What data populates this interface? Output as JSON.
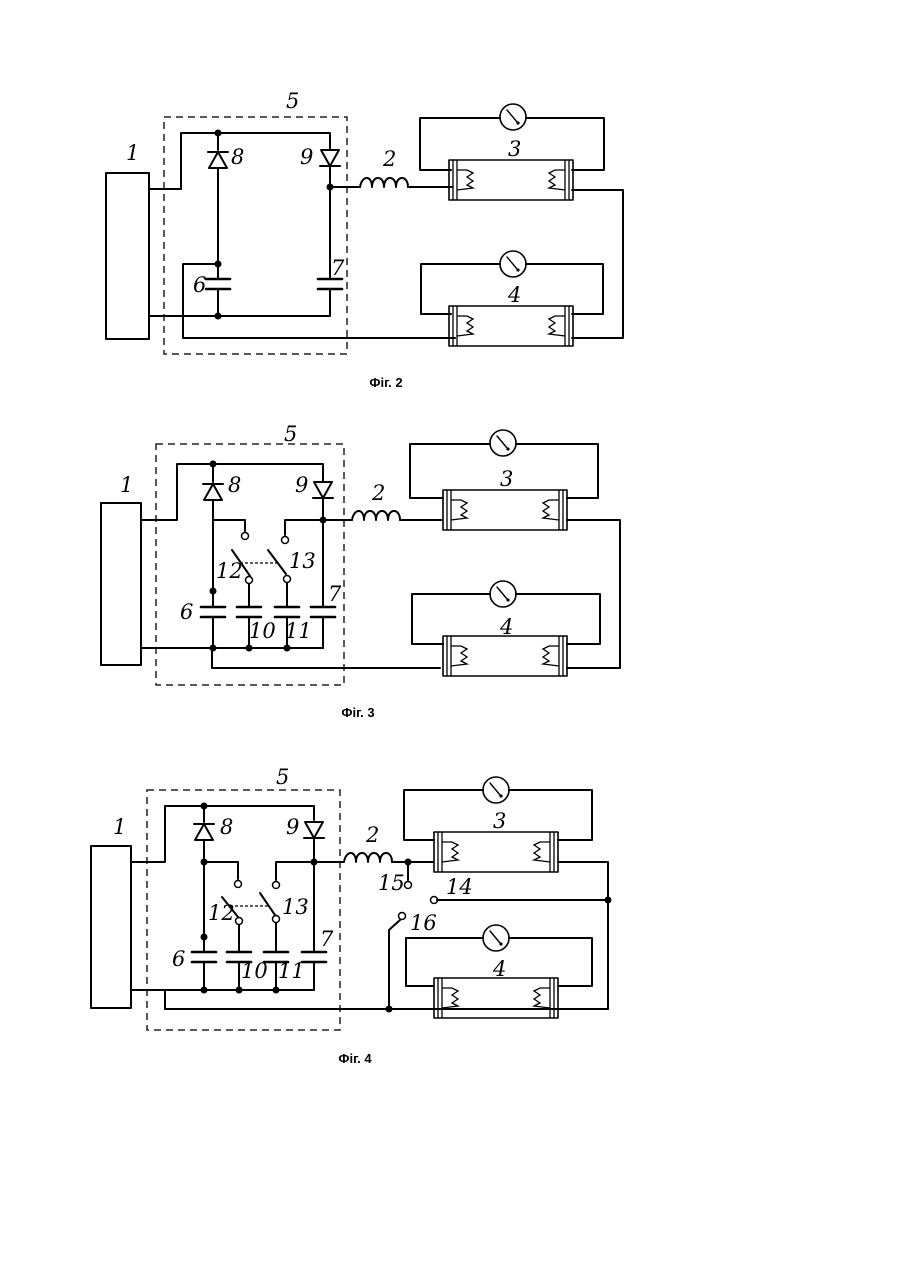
{
  "figures": [
    {
      "caption": "Фіг. 2",
      "labels": {
        "n1": "1",
        "n2": "2",
        "n3": "3",
        "n4": "4",
        "n5": "5",
        "n6": "6",
        "n7": "7",
        "n8": "8",
        "n9": "9"
      }
    },
    {
      "caption": "Фіг. 3",
      "labels": {
        "n1": "1",
        "n2": "2",
        "n3": "3",
        "n4": "4",
        "n5": "5",
        "n6": "6",
        "n7": "7",
        "n8": "8",
        "n9": "9",
        "n10": "10",
        "n11": "11",
        "n12": "12",
        "n13": "13"
      }
    },
    {
      "caption": "Фіг. 4",
      "labels": {
        "n1": "1",
        "n2": "2",
        "n3": "3",
        "n4": "4",
        "n5": "5",
        "n6": "6",
        "n7": "7",
        "n8": "8",
        "n9": "9",
        "n10": "10",
        "n11": "11",
        "n12": "12",
        "n13": "13",
        "n14": "14",
        "n15": "15",
        "n16": "16"
      }
    }
  ]
}
